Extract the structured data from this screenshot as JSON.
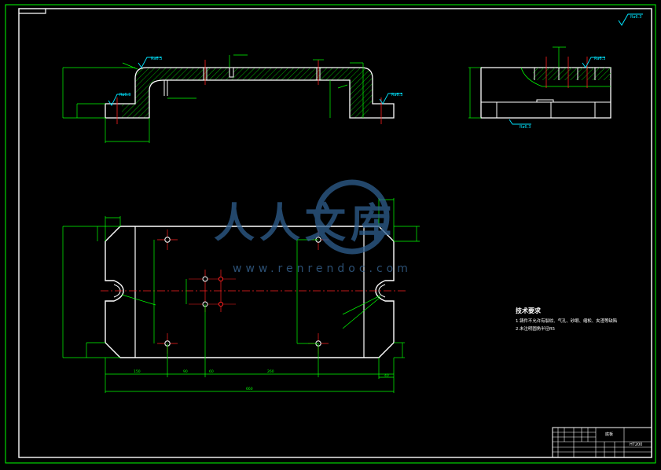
{
  "colors": {
    "background": "#000000",
    "outline": "#ffffff",
    "dimension": "#00ff00",
    "centerline": "#ff2020",
    "hatch": "#00c000",
    "roughness": "#00e5ff",
    "watermark": "#3a6a9a"
  },
  "roughness_labels": {
    "top_right": "Ra6.3",
    "left_upper": "Ra6.3",
    "left_lower": "Ra6.3",
    "right_side": "Ra6.3",
    "side_view": "Ra6.3",
    "side_view_bottom": "Ra6.3"
  },
  "dimensions": {
    "plan_150": "150",
    "plan_260": "260",
    "plan_total": "660",
    "plan_90": "90",
    "plan_60": "60",
    "plan_40": "40"
  },
  "watermark": {
    "cn_text": "人人文库",
    "url": "www.renrendoc.com"
  },
  "tech_requirements": {
    "title": "技术要求",
    "line1": "1.铸件不允许有裂纹、气孔、砂眼、缩松、夹渣等缺陷",
    "line2": "2.未注明圆角半径R5"
  },
  "title_block": {
    "drawing_name": "底板",
    "material": "HT200"
  }
}
